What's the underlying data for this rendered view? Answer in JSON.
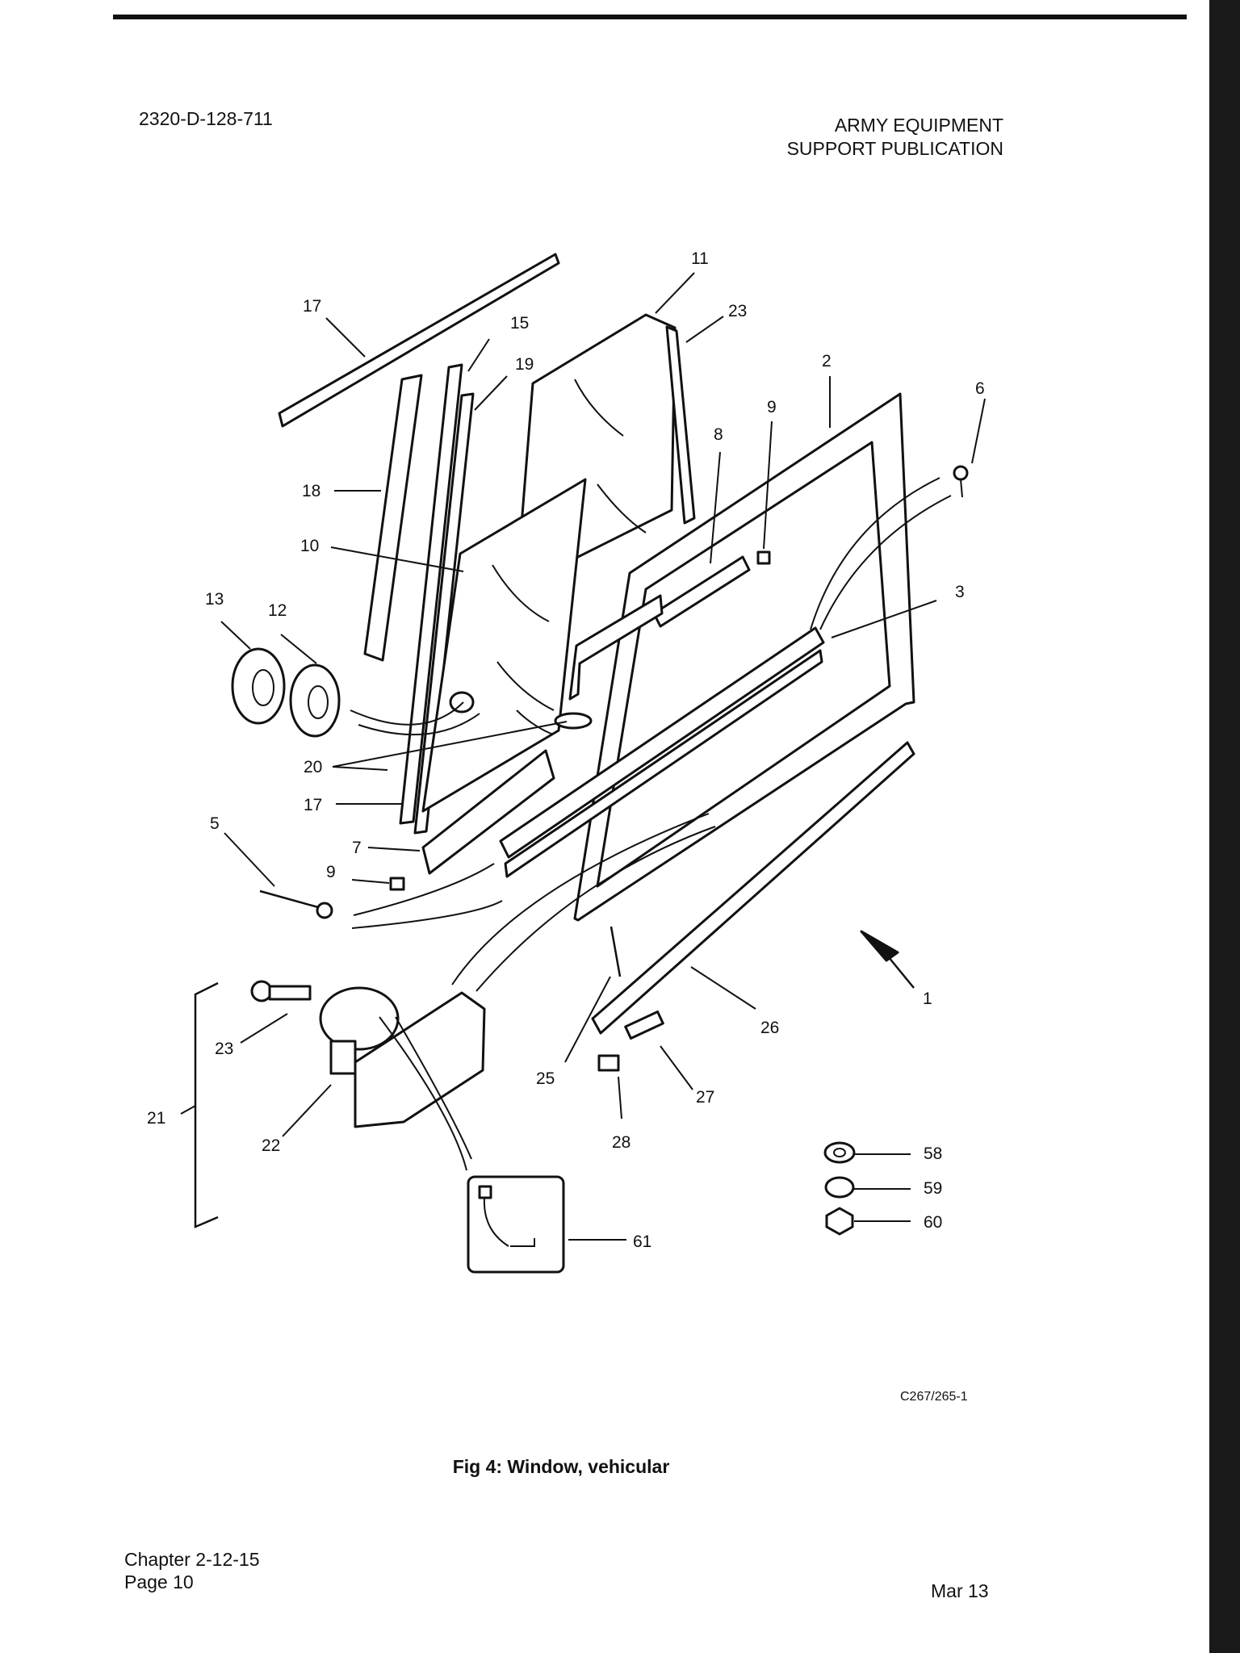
{
  "header": {
    "doc_id": "2320-D-128-711",
    "org_line1": "ARMY EQUIPMENT",
    "org_line2": "SUPPORT PUBLICATION"
  },
  "figure": {
    "drawing_code": "C267/265-1",
    "caption": "Fig 4: Window, vehicular",
    "callouts": {
      "c1": "1",
      "c2": "2",
      "c3": "3",
      "c5": "5",
      "c6": "6",
      "c7": "7",
      "c8": "8",
      "c9a": "9",
      "c9b": "9",
      "c10": "10",
      "c11": "11",
      "c12": "12",
      "c13": "13",
      "c15": "15",
      "c17a": "17",
      "c17b": "17",
      "c18": "18",
      "c19": "19",
      "c20": "20",
      "c21": "21",
      "c22": "22",
      "c23a": "23",
      "c23b": "23",
      "c25": "25",
      "c26": "26",
      "c27": "27",
      "c28": "28",
      "c58": "58",
      "c59": "59",
      "c60": "60",
      "c61": "61"
    }
  },
  "footer": {
    "chapter": "Chapter 2-12-15",
    "page": "Page 10",
    "date": "Mar 13"
  }
}
